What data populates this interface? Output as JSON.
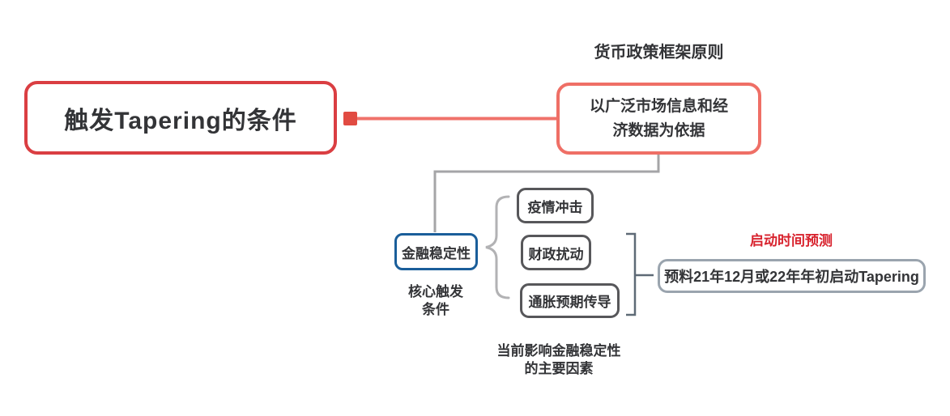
{
  "diagram": {
    "title": "触发Tapering的条件",
    "colors": {
      "root_border": "#da3e42",
      "root_anchor": "#e14b42",
      "framework_border": "#ef6f66",
      "framework_link": "#f0726a",
      "stability_border": "#1a5e9a",
      "factor_border": "#57575a",
      "prediction_border": "#9aa4ae",
      "prediction_caption": "#d8232e",
      "branch_line": "#a5a5a7",
      "brace": "#b2b2b4",
      "bracket": "#5e6a76",
      "text": "#333437",
      "background": "#ffffff"
    },
    "root": {
      "label": "触发Tapering的条件"
    },
    "framework": {
      "caption": "货币政策框架原则",
      "label": "以广泛市场信息和经\n济数据为依据"
    },
    "stability": {
      "label": "金融稳定性",
      "caption": "核心触发\n条件"
    },
    "factors": {
      "caption": "当前影响金融稳定性\n的主要因素",
      "items": [
        {
          "label": "疫情冲击"
        },
        {
          "label": "财政扰动"
        },
        {
          "label": "通胀预期传导"
        }
      ]
    },
    "prediction": {
      "caption": "启动时间预测",
      "label": "预料21年12月或22年年初启动Tapering"
    }
  }
}
